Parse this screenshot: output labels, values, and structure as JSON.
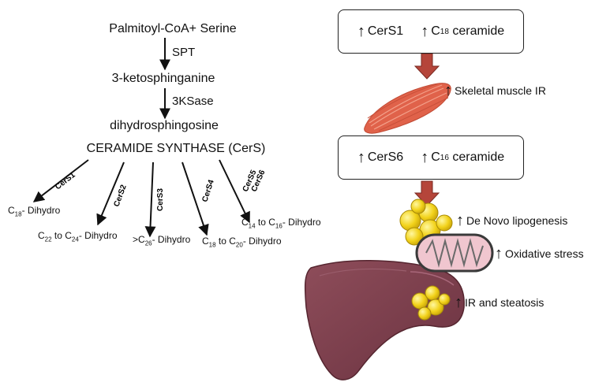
{
  "pathway": {
    "substrate": "Palmitoyl-CoA+ Serine",
    "enzyme1": "SPT",
    "intermediate1": "3-ketosphinganine",
    "enzyme2": "3KSase",
    "intermediate2": "dihydrosphingosine",
    "synthase": "CERAMIDE SYNTHASE (CerS)"
  },
  "branches": [
    {
      "enzyme": "CerS1",
      "product_pre": "C",
      "sub1": "18",
      "mid": "- Dihydro",
      "sub2": "",
      "post": ""
    },
    {
      "enzyme": "CerS2",
      "product_pre": "C",
      "sub1": "22",
      "mid": " to C",
      "sub2": "24",
      "post": "- Dihydro"
    },
    {
      "enzyme": "CerS3",
      "product_pre": ">C",
      "sub1": "26",
      "mid": "- Dihydro",
      "sub2": "",
      "post": ""
    },
    {
      "enzyme": "CerS4",
      "product_pre": "C",
      "sub1": "18",
      "mid": " to C",
      "sub2": "20",
      "post": "- Dihydro"
    },
    {
      "enzyme": "CerS5",
      "enzyme_b": "CerS6",
      "product_pre": "C",
      "sub1": "14",
      "mid": " to C",
      "sub2": "16",
      "post": "- Dihydro"
    }
  ],
  "box1": {
    "item1": "CerS1",
    "item2_pre": "C",
    "item2_sub": "18",
    "item2_post": " ceramide"
  },
  "box2": {
    "item1": "CerS6",
    "item2_pre": "C",
    "item2_sub": "16",
    "item2_post": " ceramide"
  },
  "annotations": {
    "muscle": "Skeletal muscle IR",
    "lipogenesis": "De Novo lipogenesis",
    "oxidative": "Oxidative stress",
    "steatosis": "IR and steatosis"
  },
  "colors": {
    "down_arrow": "#b5453a",
    "muscle": "#e0624a",
    "liver": "#7a3f4a",
    "fat": "#f2d21a",
    "mito": "#f0c6cf"
  }
}
